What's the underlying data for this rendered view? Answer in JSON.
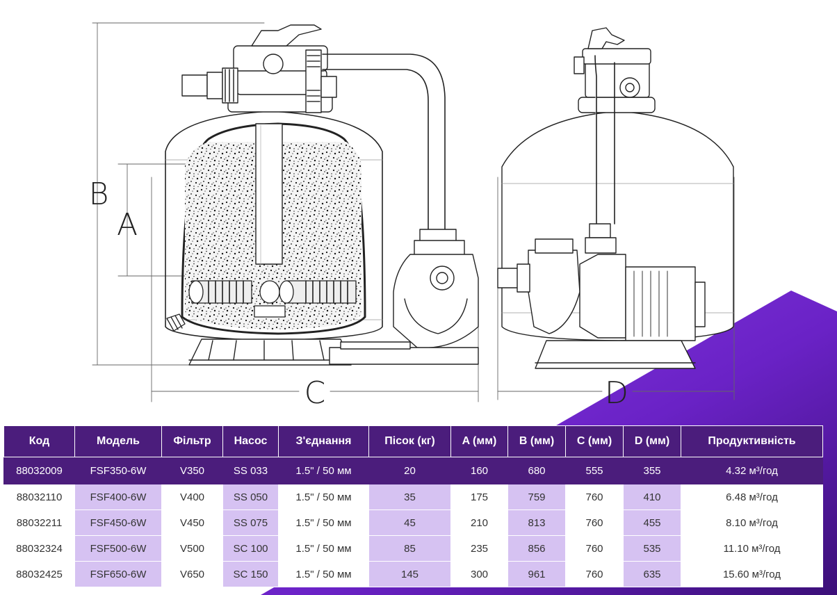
{
  "diagram": {
    "dimension_labels": {
      "a": "A",
      "b": "B",
      "c": "C",
      "d": "D"
    }
  },
  "table": {
    "headers": [
      "Код",
      "Модель",
      "Фільтр",
      "Насос",
      "З'єднання",
      "Пісок (кг)",
      "A (мм)",
      "B (мм)",
      "C (мм)",
      "D (мм)",
      "Продуктивність"
    ],
    "rows": [
      [
        "88032009",
        "FSF350-6W",
        "V350",
        "SS 033",
        "1.5\" / 50 мм",
        "20",
        "160",
        "680",
        "555",
        "355",
        "4.32 м³/год"
      ],
      [
        "88032110",
        "FSF400-6W",
        "V400",
        "SS 050",
        "1.5\" / 50 мм",
        "35",
        "175",
        "759",
        "760",
        "410",
        "6.48 м³/год"
      ],
      [
        "88032211",
        "FSF450-6W",
        "V450",
        "SS 075",
        "1.5\" / 50 мм",
        "45",
        "210",
        "813",
        "760",
        "455",
        "8.10 м³/год"
      ],
      [
        "88032324",
        "FSF500-6W",
        "V500",
        "SC 100",
        "1.5\" / 50 мм",
        "85",
        "235",
        "856",
        "760",
        "535",
        "11.10 м³/год"
      ],
      [
        "88032425",
        "FSF650-6W",
        "V650",
        "SC 150",
        "1.5\" / 50 мм",
        "145",
        "300",
        "961",
        "760",
        "635",
        "15.60 м³/год"
      ]
    ],
    "highlight_row": 0
  },
  "colors": {
    "header_bg": "#4b1d7c",
    "accent_cell": "#d6c2f2",
    "purple_corner": "#6d22c9"
  }
}
